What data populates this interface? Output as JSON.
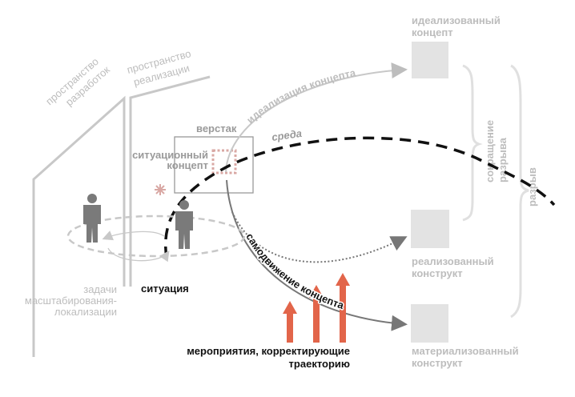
{
  "labels": {
    "dev_space": [
      "пространство",
      "разработок"
    ],
    "impl_space": [
      "пространство",
      "реализации"
    ],
    "workbench": "верстак",
    "situational_concept": [
      "ситуационный",
      "концепт"
    ],
    "idealization": "идеализация концепта",
    "environment": "среда",
    "idealized_concept": [
      "идеализованный",
      "концепт"
    ],
    "realized_construct": [
      "реализованный",
      "конструкт"
    ],
    "materialized_construct": [
      "материализованный",
      "конструкт"
    ],
    "gap_reduction": [
      "сокращение",
      "разрыва"
    ],
    "gap": "разрыв",
    "self_motion": "самодвижение концепта",
    "scaling_tasks": [
      "задачи",
      "масштабирования-",
      "локализации"
    ],
    "situation": "ситуация",
    "measures": [
      "мероприятия, корректирующие",
      "траекторию"
    ]
  },
  "colors": {
    "light_gray": "#c8c8c8",
    "box_fill": "#e3e3e3",
    "red_arrow": "#e2654a",
    "pink_marker": "#d9a8a4",
    "black": "#111111"
  }
}
